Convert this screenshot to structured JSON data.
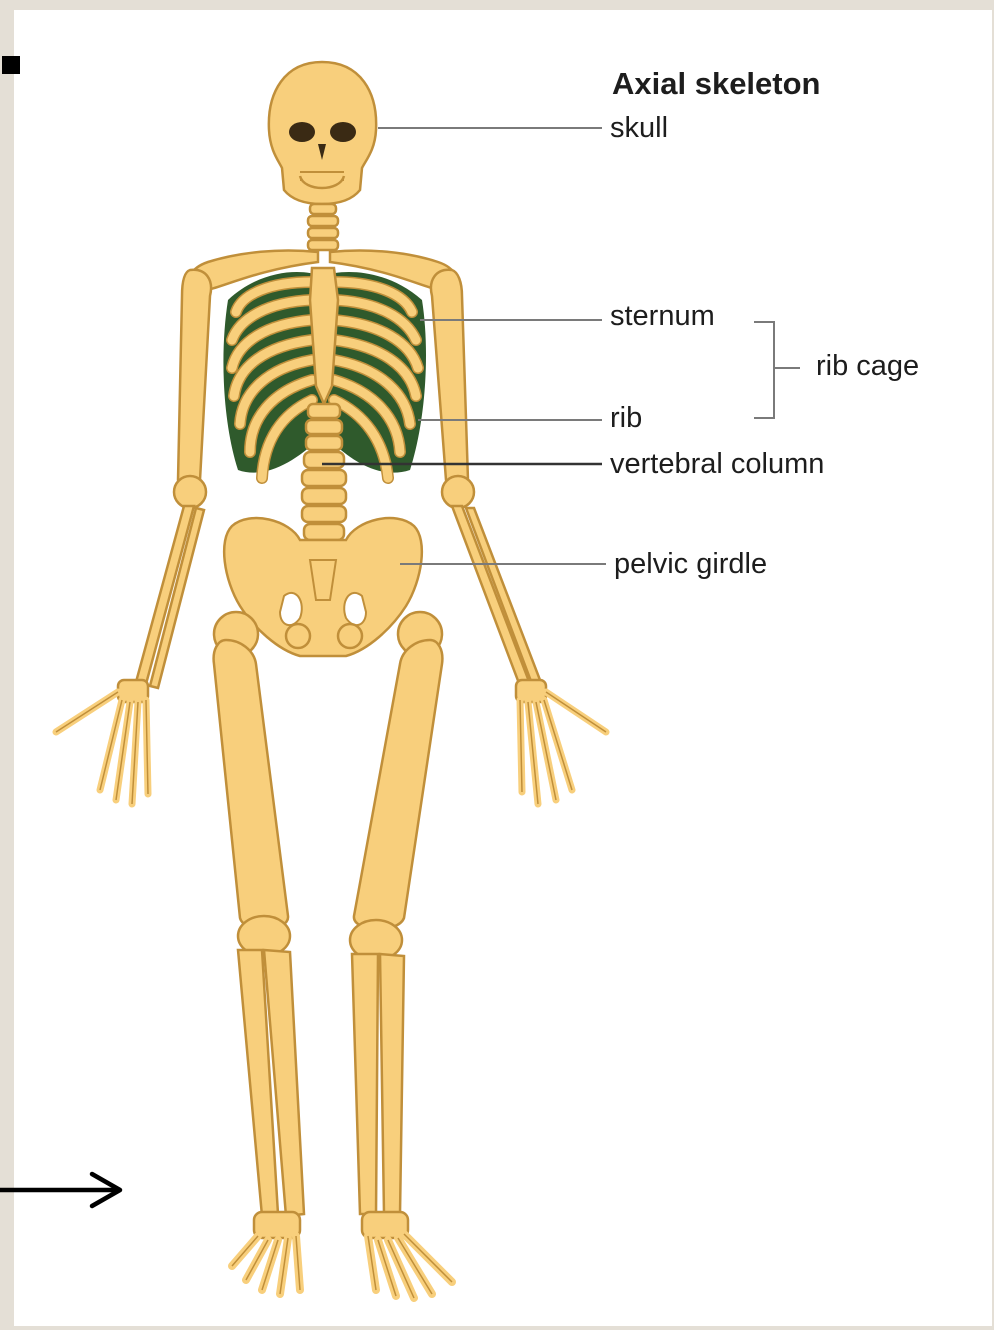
{
  "diagram": {
    "heading": "Axial skeleton",
    "labels": {
      "skull": "skull",
      "sternum": "sternum",
      "rib": "rib",
      "rib_cage": "rib cage",
      "vertebral_column": "vertebral column",
      "pelvic_girdle": "pelvic girdle"
    }
  },
  "colors": {
    "bone": "#f8cf7c",
    "bone_outline": "#c08f3a",
    "rib_cage_fill": "#2f5a2c",
    "leader_line": "#7a7a7a",
    "background": "#e4dfd6",
    "panel": "#ffffff"
  },
  "icons": {
    "bullet": "square-bullet-icon",
    "arrow": "right-arrow-icon"
  }
}
